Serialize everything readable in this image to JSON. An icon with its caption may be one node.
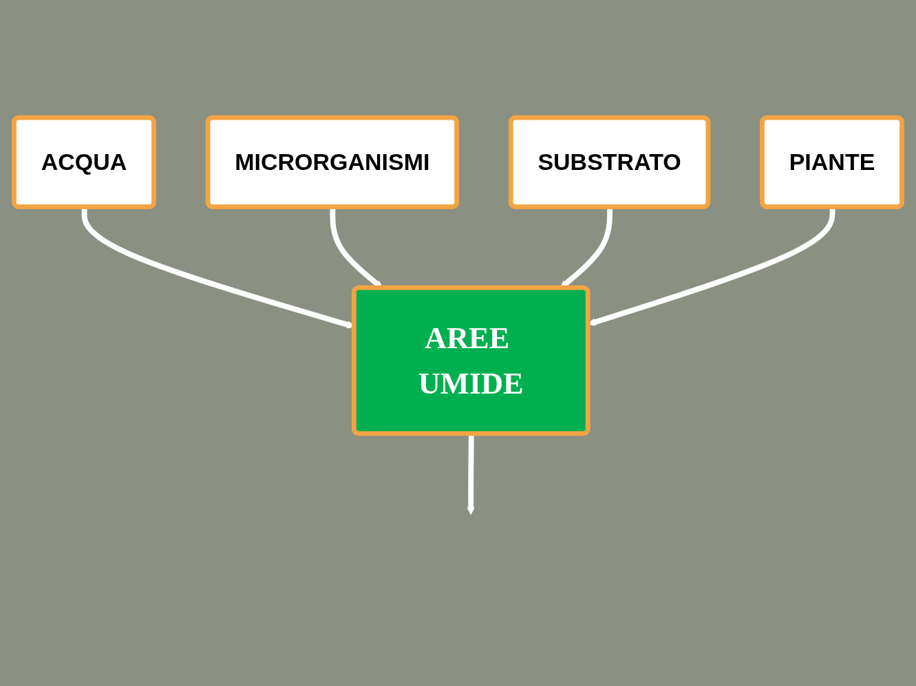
{
  "diagram": {
    "nodes": [
      {
        "text": [
          "ACQUA"
        ]
      },
      {
        "text": [
          "MICRORGANISMI"
        ]
      },
      {
        "text": [
          "AREE UMIDE"
        ]
      },
      {
        "text": [
          "SUBSTRATO"
        ]
      },
      {
        "text": [
          "PIANTE"
        ]
      }
    ],
    "edges": [
      {
        "from": 0,
        "to": 2,
        "arrow": "to"
      },
      {
        "from": 1,
        "to": 2,
        "arrow": "to"
      },
      {
        "from": 3,
        "to": 2,
        "arrow": "to"
      },
      {
        "from": 4,
        "to": 2,
        "arrow": "to"
      },
      {
        "from": 2,
        "to": null,
        "arrow": "to"
      }
    ]
  }
}
